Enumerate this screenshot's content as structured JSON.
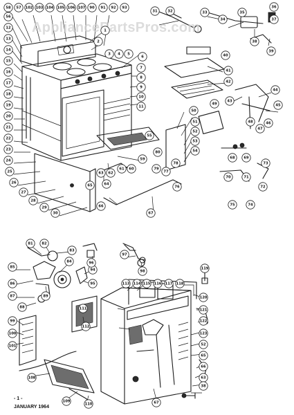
{
  "watermark": "AppliancePartsPros.com",
  "footer": {
    "page": "- 1 -",
    "date": "JANUARY 1964"
  },
  "callouts": [
    {
      "id": "c1",
      "label": "58"
    },
    {
      "id": "c2",
      "label": "57"
    },
    {
      "id": "c3",
      "label": "102"
    },
    {
      "id": "c4",
      "label": "103"
    },
    {
      "id": "c5",
      "label": "104"
    },
    {
      "id": "c6",
      "label": "105"
    },
    {
      "id": "c7",
      "label": "106"
    },
    {
      "id": "c8",
      "label": "107"
    },
    {
      "id": "c9",
      "label": "90"
    },
    {
      "id": "c10",
      "label": "91"
    },
    {
      "id": "c11",
      "label": "92"
    },
    {
      "id": "c12",
      "label": "93"
    },
    {
      "id": "c13",
      "label": "56"
    },
    {
      "id": "c14",
      "label": "1"
    },
    {
      "id": "c15",
      "label": "2"
    },
    {
      "id": "c16",
      "label": "3"
    },
    {
      "id": "c17",
      "label": "4"
    },
    {
      "id": "c18",
      "label": "5"
    },
    {
      "id": "c19",
      "label": "6"
    },
    {
      "id": "c20",
      "label": "7"
    },
    {
      "id": "c21",
      "label": "8"
    },
    {
      "id": "c22",
      "label": "9"
    },
    {
      "id": "c23",
      "label": "10"
    },
    {
      "id": "c24",
      "label": "11"
    },
    {
      "id": "c25",
      "label": "12"
    },
    {
      "id": "c26",
      "label": "13"
    },
    {
      "id": "c27",
      "label": "14"
    },
    {
      "id": "c28",
      "label": "15"
    },
    {
      "id": "c29",
      "label": "16"
    },
    {
      "id": "c30",
      "label": "17"
    },
    {
      "id": "c31",
      "label": "18"
    },
    {
      "id": "c32",
      "label": "19"
    },
    {
      "id": "c33",
      "label": "20"
    },
    {
      "id": "c34",
      "label": "21"
    },
    {
      "id": "c35",
      "label": "22"
    },
    {
      "id": "c36",
      "label": "23"
    },
    {
      "id": "c37",
      "label": "24"
    },
    {
      "id": "c38",
      "label": "25"
    },
    {
      "id": "c39",
      "label": "26"
    },
    {
      "id": "c40",
      "label": "27"
    },
    {
      "id": "c41",
      "label": "28"
    },
    {
      "id": "c42",
      "label": "29"
    },
    {
      "id": "c43",
      "label": "30"
    },
    {
      "id": "c44",
      "label": "31"
    },
    {
      "id": "c45",
      "label": "32"
    },
    {
      "id": "c46",
      "label": "33"
    },
    {
      "id": "c47",
      "label": "34"
    },
    {
      "id": "c48",
      "label": "35"
    },
    {
      "id": "c49",
      "label": "36"
    },
    {
      "id": "c50",
      "label": "37"
    },
    {
      "id": "c51",
      "label": "38"
    },
    {
      "id": "c52",
      "label": "39"
    },
    {
      "id": "c53",
      "label": "40"
    },
    {
      "id": "c54",
      "label": "41"
    },
    {
      "id": "c55",
      "label": "42"
    },
    {
      "id": "c56",
      "label": "43"
    },
    {
      "id": "c57",
      "label": "44"
    },
    {
      "id": "c58",
      "label": "45"
    },
    {
      "id": "c59",
      "label": "46"
    },
    {
      "id": "c60",
      "label": "47"
    },
    {
      "id": "c61",
      "label": "48"
    },
    {
      "id": "c62",
      "label": "49"
    },
    {
      "id": "c63",
      "label": "50"
    },
    {
      "id": "c64",
      "label": "51"
    },
    {
      "id": "c65",
      "label": "52"
    },
    {
      "id": "c66",
      "label": "53"
    },
    {
      "id": "c67",
      "label": "54"
    },
    {
      "id": "c68",
      "label": "55"
    },
    {
      "id": "c69",
      "label": "59"
    },
    {
      "id": "c70",
      "label": "60"
    },
    {
      "id": "c71",
      "label": "61"
    },
    {
      "id": "c72",
      "label": "62"
    },
    {
      "id": "c73",
      "label": "63"
    },
    {
      "id": "c74",
      "label": "64"
    },
    {
      "id": "c75",
      "label": "65"
    },
    {
      "id": "c76",
      "label": "66"
    },
    {
      "id": "c77",
      "label": "67"
    },
    {
      "id": "c78",
      "label": "68"
    },
    {
      "id": "c79",
      "label": "69"
    },
    {
      "id": "c80",
      "label": "70"
    },
    {
      "id": "c81",
      "label": "71"
    },
    {
      "id": "c82",
      "label": "72"
    },
    {
      "id": "c83",
      "label": "73"
    },
    {
      "id": "c84",
      "label": "74"
    },
    {
      "id": "c85",
      "label": "75"
    },
    {
      "id": "c86",
      "label": "76"
    },
    {
      "id": "c87",
      "label": "77"
    },
    {
      "id": "c88",
      "label": "78"
    },
    {
      "id": "c89",
      "label": "79"
    },
    {
      "id": "c90",
      "label": "80"
    },
    {
      "id": "c91",
      "label": "81"
    },
    {
      "id": "c92",
      "label": "82"
    },
    {
      "id": "c93",
      "label": "83"
    },
    {
      "id": "c94",
      "label": "84"
    },
    {
      "id": "c95",
      "label": "85"
    },
    {
      "id": "c96",
      "label": "86"
    },
    {
      "id": "c97",
      "label": "87"
    },
    {
      "id": "c98",
      "label": "88"
    },
    {
      "id": "c99",
      "label": "89"
    },
    {
      "id": "c100",
      "label": "94"
    },
    {
      "id": "c101",
      "label": "95"
    },
    {
      "id": "c102",
      "label": "96"
    },
    {
      "id": "c103",
      "label": "97"
    },
    {
      "id": "c104",
      "label": "98"
    },
    {
      "id": "c105",
      "label": "99"
    },
    {
      "id": "c106",
      "label": "100"
    },
    {
      "id": "c107",
      "label": "101"
    },
    {
      "id": "c108",
      "label": "108"
    },
    {
      "id": "c109",
      "label": "109"
    },
    {
      "id": "c110",
      "label": "110"
    },
    {
      "id": "c111",
      "label": "111"
    },
    {
      "id": "c112",
      "label": "112"
    },
    {
      "id": "c113",
      "label": "113"
    },
    {
      "id": "c114",
      "label": "114"
    },
    {
      "id": "c115",
      "label": "115"
    },
    {
      "id": "c116",
      "label": "116"
    },
    {
      "id": "c117",
      "label": "117"
    },
    {
      "id": "c118",
      "label": "118"
    },
    {
      "id": "c119",
      "label": "119"
    },
    {
      "id": "c120",
      "label": "120"
    },
    {
      "id": "c121",
      "label": "121"
    },
    {
      "id": "c122",
      "label": "122"
    },
    {
      "id": "c123",
      "label": "123"
    },
    {
      "id": "c124",
      "label": "52"
    },
    {
      "id": "c125",
      "label": "65"
    },
    {
      "id": "c126",
      "label": "66"
    },
    {
      "id": "c127",
      "label": "63"
    },
    {
      "id": "c128",
      "label": "38"
    },
    {
      "id": "c129",
      "label": "67"
    }
  ],
  "colors": {
    "ink": "#1a1a1a",
    "paper": "#ffffff",
    "watermark": "#d0d0d0"
  }
}
